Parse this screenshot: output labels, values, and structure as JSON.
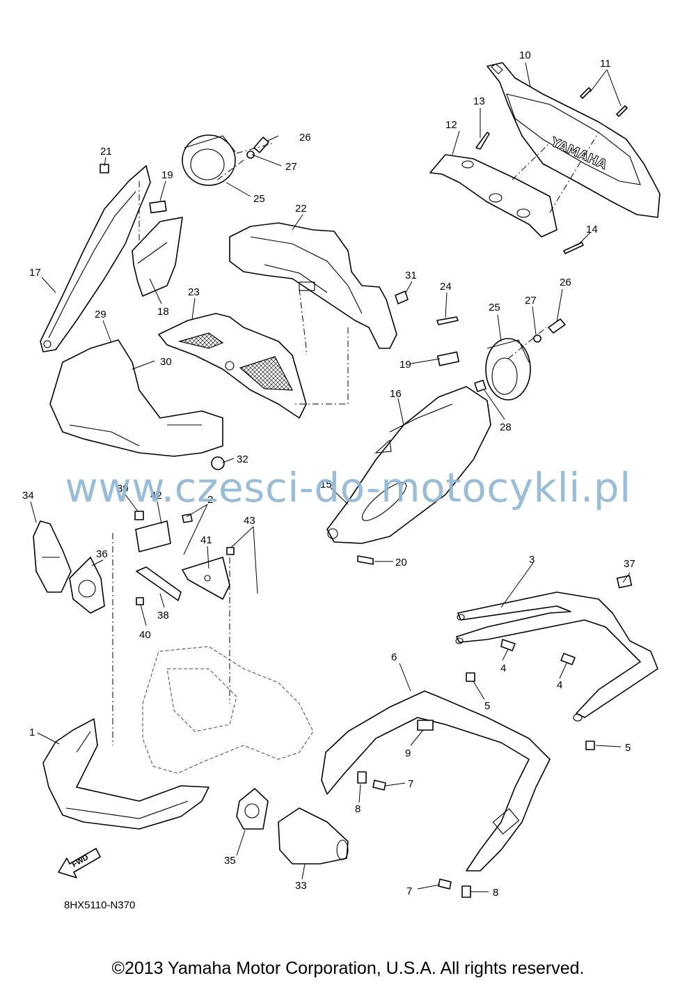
{
  "watermark": "www.czesci-do-motocykli.pl",
  "diagram_code": "8HX5110-N370",
  "copyright": "©2013 Yamaha Motor Corporation, U.S.A. All rights reserved.",
  "fwd_label": "FWD",
  "windscreen_logo": "YAMAHA",
  "part_numbers": [
    "1",
    "2",
    "3",
    "4",
    "4",
    "5",
    "5",
    "6",
    "7",
    "7",
    "8",
    "8",
    "9",
    "10",
    "11",
    "12",
    "13",
    "14",
    "15",
    "16",
    "17",
    "18",
    "19",
    "19",
    "20",
    "21",
    "22",
    "23",
    "24",
    "25",
    "25",
    "26",
    "26",
    "27",
    "27",
    "28",
    "29",
    "30",
    "31",
    "32",
    "33",
    "34",
    "35",
    "36",
    "37",
    "38",
    "39",
    "40",
    "41",
    "42",
    "43"
  ]
}
